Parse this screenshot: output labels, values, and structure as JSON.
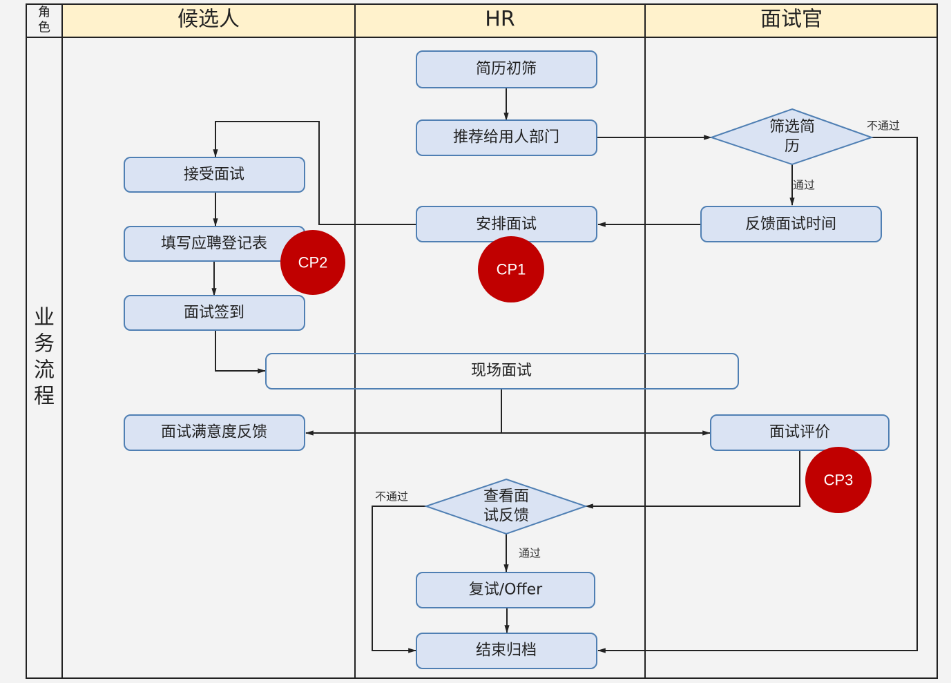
{
  "colors": {
    "header_fill": "#fff2cc",
    "node_fill": "#dae3f3",
    "node_stroke": "#4f7fb3",
    "cp_fill": "#c00000",
    "line": "#222222",
    "background": "#f3f3f3"
  },
  "table": {
    "role_header": "角色",
    "process_label": "业务流程",
    "lanes": [
      "候选人",
      "HR",
      "面试官"
    ]
  },
  "nodes": {
    "resume_screen": "简历初筛",
    "recommend_dept": "推荐给用人部门",
    "filter_resume": "筛选简历",
    "feedback_time": "反馈面试时间",
    "arrange_interview": "安排面试",
    "accept_interview": "接受面试",
    "fill_form": "填写应聘登记表",
    "interview_signin": "面试签到",
    "onsite_interview": "现场面试",
    "satisfaction_feedback": "面试满意度反馈",
    "interview_evaluation": "面试评价",
    "view_feedback": "查看面试反馈",
    "reinterview_offer": "复试/Offer",
    "end_archive": "结束归档"
  },
  "edge_labels": {
    "filter_fail": "不通过",
    "filter_pass": "通过",
    "view_fail": "不通过",
    "view_pass": "通过"
  },
  "checkpoints": {
    "cp1": "CP1",
    "cp2": "CP2",
    "cp3": "CP3"
  }
}
